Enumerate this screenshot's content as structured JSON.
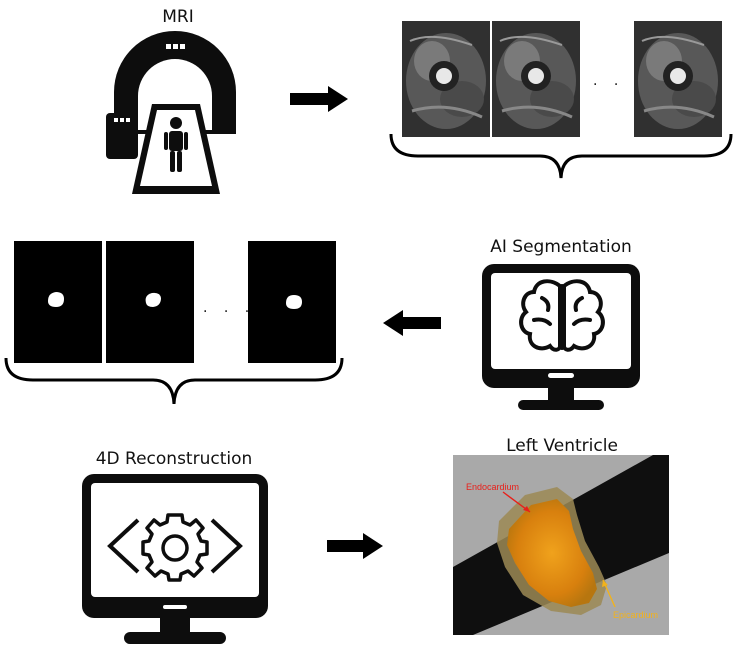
{
  "labels": {
    "mri": "MRI",
    "ai_segmentation": "AI Segmentation",
    "reconstruction": "4D Reconstruction",
    "left_ventricle": "Left Ventricle"
  },
  "ellipsis": ". . .",
  "callouts": {
    "endocardium": "Endocardium",
    "epicardium": "Epicardium"
  },
  "colors": {
    "endocardium": "#e8201a",
    "epicardium": "#f2b21b"
  }
}
